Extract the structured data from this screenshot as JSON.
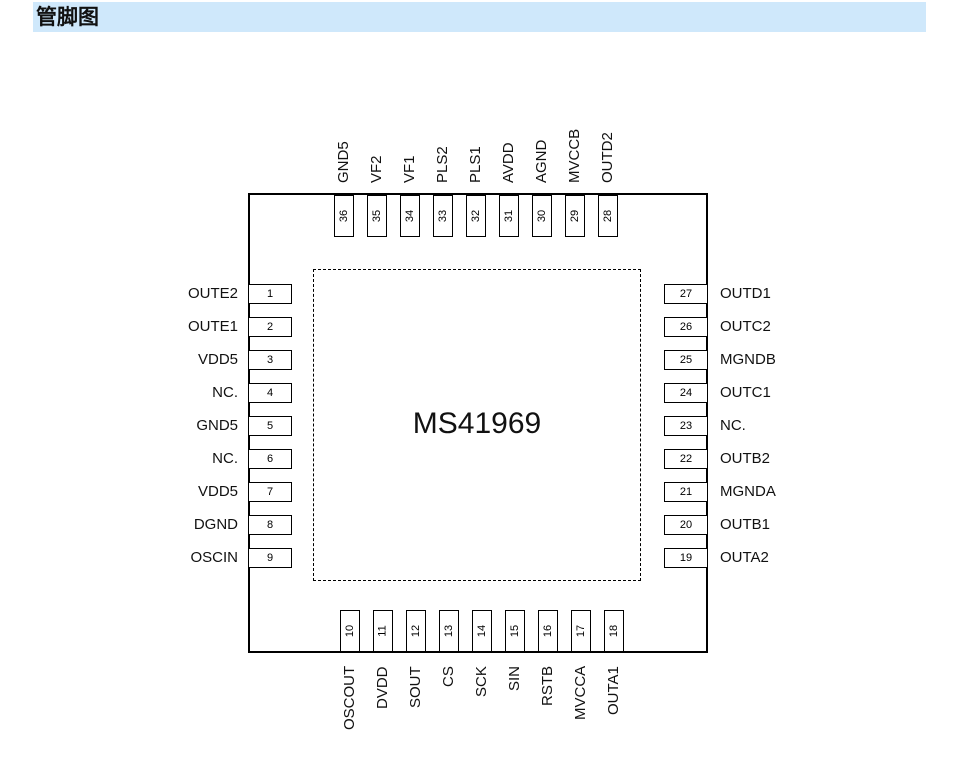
{
  "header": {
    "title": "管脚图"
  },
  "chip": {
    "name": "MS41969"
  },
  "pins_left": [
    {
      "num": "1",
      "name": "OUTE2"
    },
    {
      "num": "2",
      "name": "OUTE1"
    },
    {
      "num": "3",
      "name": "VDD5"
    },
    {
      "num": "4",
      "name": "NC."
    },
    {
      "num": "5",
      "name": "GND5"
    },
    {
      "num": "6",
      "name": "NC."
    },
    {
      "num": "7",
      "name": "VDD5"
    },
    {
      "num": "8",
      "name": "DGND"
    },
    {
      "num": "9",
      "name": "OSCIN"
    }
  ],
  "pins_bottom": [
    {
      "num": "10",
      "name": "OSCOUT"
    },
    {
      "num": "11",
      "name": "DVDD"
    },
    {
      "num": "12",
      "name": "SOUT"
    },
    {
      "num": "13",
      "name": "CS"
    },
    {
      "num": "14",
      "name": "SCK"
    },
    {
      "num": "15",
      "name": "SIN"
    },
    {
      "num": "16",
      "name": "RSTB"
    },
    {
      "num": "17",
      "name": "MVCCA"
    },
    {
      "num": "18",
      "name": "OUTA1"
    }
  ],
  "pins_right": [
    {
      "num": "19",
      "name": "OUTA2"
    },
    {
      "num": "20",
      "name": "OUTB1"
    },
    {
      "num": "21",
      "name": "MGNDA"
    },
    {
      "num": "22",
      "name": "OUTB2"
    },
    {
      "num": "23",
      "name": "NC."
    },
    {
      "num": "24",
      "name": "OUTC1"
    },
    {
      "num": "25",
      "name": "MGNDB"
    },
    {
      "num": "26",
      "name": "OUTC2"
    },
    {
      "num": "27",
      "name": "OUTD1"
    }
  ],
  "pins_top": [
    {
      "num": "28",
      "name": "OUTD2"
    },
    {
      "num": "29",
      "name": "MVCCB"
    },
    {
      "num": "30",
      "name": "AGND"
    },
    {
      "num": "31",
      "name": "AVDD"
    },
    {
      "num": "32",
      "name": "PLS1"
    },
    {
      "num": "33",
      "name": "PLS2"
    },
    {
      "num": "34",
      "name": "VF1"
    },
    {
      "num": "35",
      "name": "VF2"
    },
    {
      "num": "36",
      "name": "GND5"
    }
  ]
}
